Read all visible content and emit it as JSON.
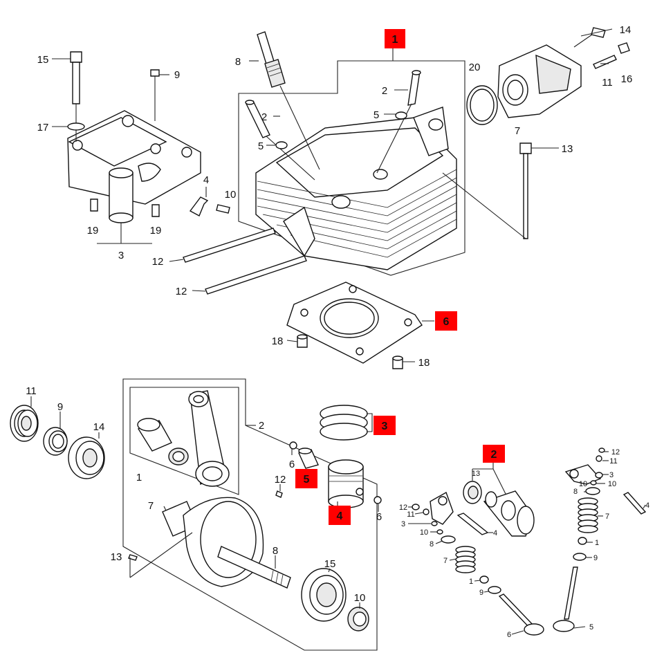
{
  "accent_color": "#ff0000",
  "highlight_labels": {
    "cylinder_head_assembly": "1",
    "camshaft_assembly": "2",
    "piston_ring_set": "3",
    "piston": "4",
    "piston_pin": "5",
    "head_gasket": "6"
  },
  "cylinder_head_group": {
    "holder_bolt": "15",
    "holder_washer": "17",
    "holder_screw": "9",
    "holder_dowels_left": "19",
    "holder_dowels_right": "19",
    "rocker_holder": "3",
    "cam_chain_guide": "4",
    "guide_bolt": "10",
    "spark_plug": "8",
    "valve_guide_upper": "2",
    "valve_guide_lower": "2",
    "oring_upper": "5",
    "oring_lower": "5",
    "stud_upper": "12",
    "stud_lower": "12",
    "insulator_gasket": "20",
    "intake_bolt": "14",
    "intake_stud": "11",
    "intake_nut": "16",
    "intake_manifold": "7",
    "head_bolt": "13",
    "dowel_left": "18",
    "dowel_right": "18"
  },
  "crank_group": {
    "timing_gear": "11",
    "oil_seal": "9",
    "bearing_left": "14",
    "crank_assembly": "2",
    "conrod_kit": "1",
    "crank_pin": "7",
    "key": "13",
    "crank_shaft": "8",
    "bearing_right": "15",
    "needle_bearing": "10",
    "pin_clip_left": "6",
    "pin_clip_right": "6",
    "pin_stop": "12"
  },
  "valve_group": {
    "cam_label": "2",
    "cam_bearing": "13",
    "screw_left": "12",
    "nut_left": "11",
    "adjuster_left": "3",
    "rocker_shaft_left": "4",
    "lock_left": "10",
    "retainer_left": "8",
    "spring_left": "7",
    "cotter_left": "1",
    "seat_left": "9",
    "valve_left": "6",
    "screw_right": "12",
    "nut_right": "11",
    "adjuster_right": "3",
    "lock_right": "10",
    "retainer_right": "8",
    "rocker_shaft_right": "4",
    "spring_right": "7",
    "cotter_right": "1",
    "seat_right": "9",
    "valve_right": "5"
  }
}
